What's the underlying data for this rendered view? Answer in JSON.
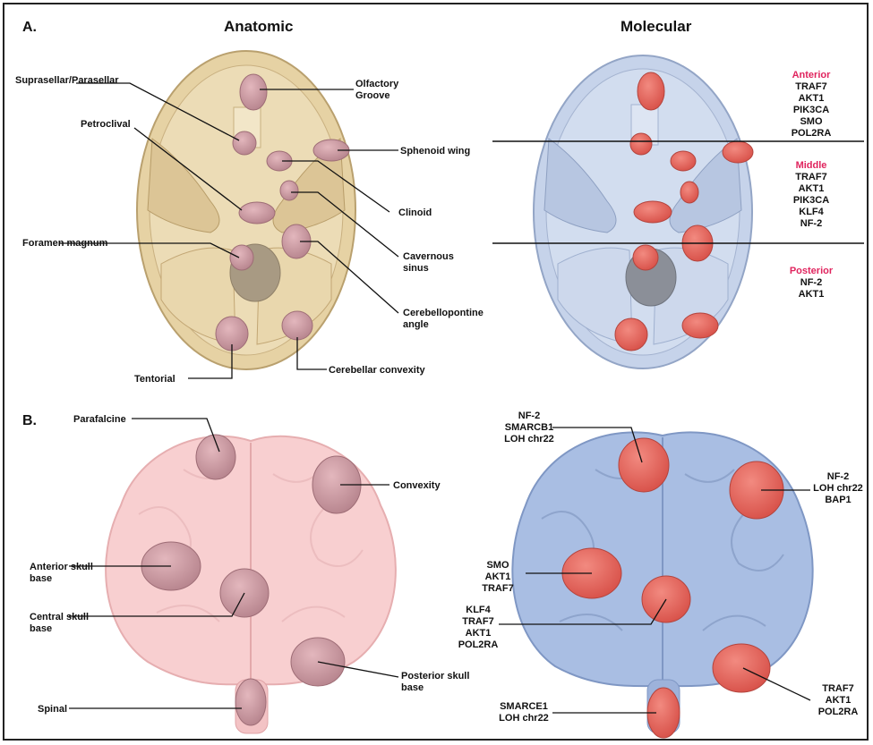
{
  "panels": {
    "a": "A.",
    "b": "B."
  },
  "headers": {
    "anatomic": "Anatomic",
    "molecular": "Molecular"
  },
  "skull_labels": {
    "suprasellar": "Suprasellar/Parasellar",
    "olfactory_1": "Olfactory",
    "olfactory_2": "Groove",
    "petroclival": "Petroclival",
    "sphenoid": "Sphenoid wing",
    "clinoid": "Clinoid",
    "foramen": "Foramen magnum",
    "cavernous_1": "Cavernous",
    "cavernous_2": "sinus",
    "cp_1": "Cerebellopontine",
    "cp_2": "angle",
    "tentorial": "Tentorial",
    "cerebellar": "Cerebellar convexity"
  },
  "skull_molecular": {
    "anterior": {
      "title": "Anterior",
      "genes": [
        "TRAF7",
        "AKT1",
        "PIK3CA",
        "SMO",
        "POL2RA"
      ]
    },
    "middle": {
      "title": "Middle",
      "genes": [
        "TRAF7",
        "AKT1",
        "PIK3CA",
        "KLF4",
        "NF-2"
      ]
    },
    "posterior": {
      "title": "Posterior",
      "genes": [
        "NF-2",
        "AKT1"
      ]
    }
  },
  "brain_labels": {
    "parafalcine": "Parafalcine",
    "convexity": "Convexity",
    "anterior_1": "Anterior skull",
    "anterior_2": "base",
    "central_1": "Central skull",
    "central_2": "base",
    "posterior_1": "Posterior skull",
    "posterior_2": "base",
    "spinal": "Spinal"
  },
  "brain_molecular": {
    "parafalcine": [
      "NF-2",
      "SMARCB1",
      "LOH chr22"
    ],
    "convexity": [
      "NF-2",
      "LOH chr22",
      "BAP1"
    ],
    "anterior": [
      "SMO",
      "AKT1",
      "TRAF7"
    ],
    "central": [
      "KLF4",
      "TRAF7",
      "AKT1",
      "POL2RA"
    ],
    "posterior": [
      "TRAF7",
      "AKT1",
      "POL2RA"
    ],
    "spinal": [
      "SMARCE1",
      "LOH chr22"
    ]
  },
  "colors": {
    "skull_tan": "#e6d2a4",
    "skull_blue": "#c6d3ea",
    "brain_pink": "#f8cfd0",
    "brain_blue": "#a9bee3",
    "tumor_mauve": "#c79aa0",
    "tumor_red": "#e8675e",
    "region_red": "#e0245e"
  }
}
